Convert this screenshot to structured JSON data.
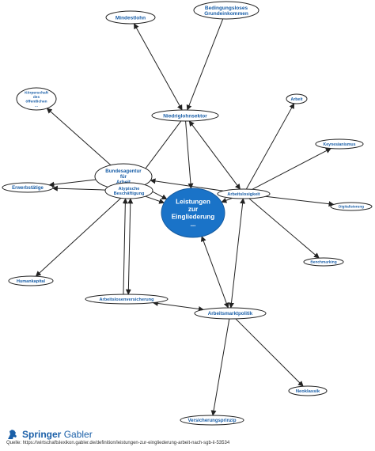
{
  "center": {
    "lines": [
      "Leistungen",
      "zur",
      "Eingliederung",
      "..."
    ]
  },
  "nodes": {
    "mindestlohn": [
      "Mindestlohn"
    ],
    "bge": [
      "Bedingungsloses",
      "Grundeinkommen"
    ],
    "koerperschaft": [
      "Körperschaft",
      "des",
      "öffentlichen",
      "..."
    ],
    "niedriglohnsektor": [
      "Niedriglohnsektor"
    ],
    "arbeit": [
      "Arbeit"
    ],
    "keynesianismus": [
      "Keynesianismus"
    ],
    "bundesagentur": [
      "Bundesagentur",
      "für",
      "Arbeit"
    ],
    "erwerbstaetige": [
      "Erwerbstätige"
    ],
    "arbeitslosigkeit": [
      "Arbeitslosigkeit"
    ],
    "digitalisierung": [
      "Digitalisierung"
    ],
    "atypische": [
      "Atypische",
      "Beschäftigung"
    ],
    "benchmarking": [
      "Benchmarking"
    ],
    "humankapital": [
      "Humankapital"
    ],
    "alv": [
      "Arbeitslosenversicherung"
    ],
    "arbeitsmarktpolitik": [
      "Arbeitsmarktpolitik"
    ],
    "neoklassik": [
      "Neoklassik"
    ],
    "versicherungsprinzip": [
      "Versicherungsprinzip"
    ]
  },
  "footer": {
    "brand_bold": "Springer",
    "brand_light": "Gabler",
    "source": "Quelle: https://wirtschaftslexikon.gabler.de/definition/leistungen-zur-eingliederung-arbeit-nach-sgb-ii-53534"
  },
  "colors": {
    "accent": "#1a73c8",
    "text": "#1a5fa8",
    "line": "#222222"
  }
}
